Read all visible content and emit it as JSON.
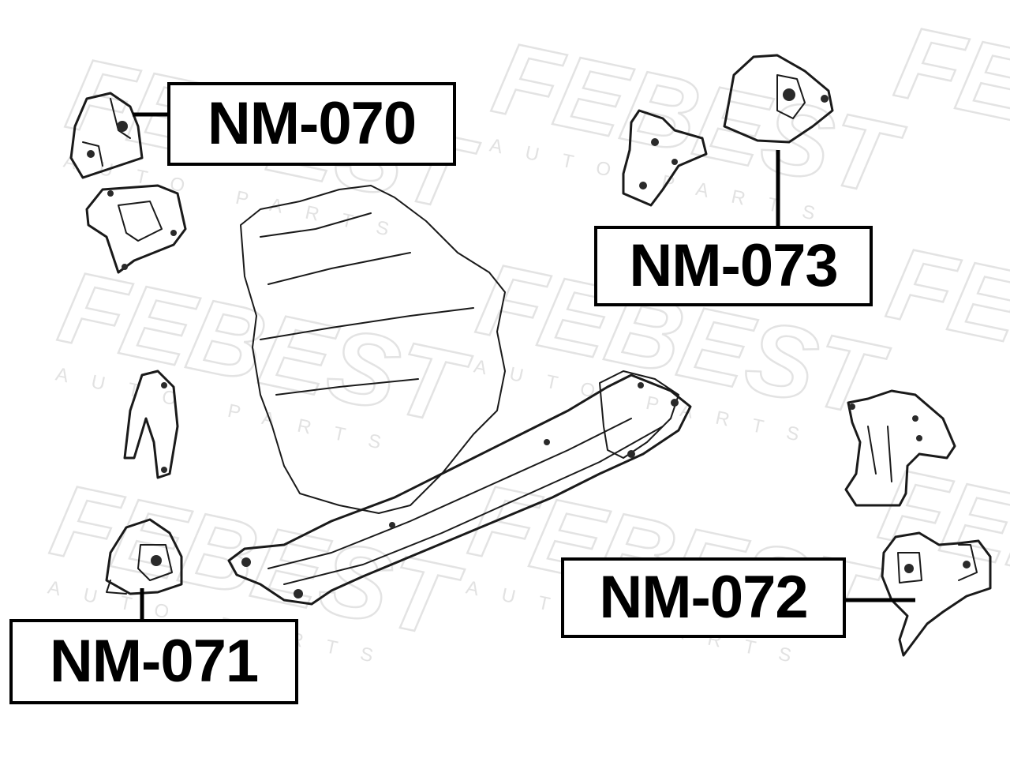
{
  "watermark": {
    "brand": "FEBEST",
    "sub": "AUTO PARTS"
  },
  "labels": {
    "nm070": "NM-070",
    "nm073": "NM-073",
    "nm072": "NM-072",
    "nm071": "NM-071"
  },
  "colors": {
    "line": "#1a1a1a",
    "watermark": "#e3e3e3",
    "label_border": "#000000"
  }
}
